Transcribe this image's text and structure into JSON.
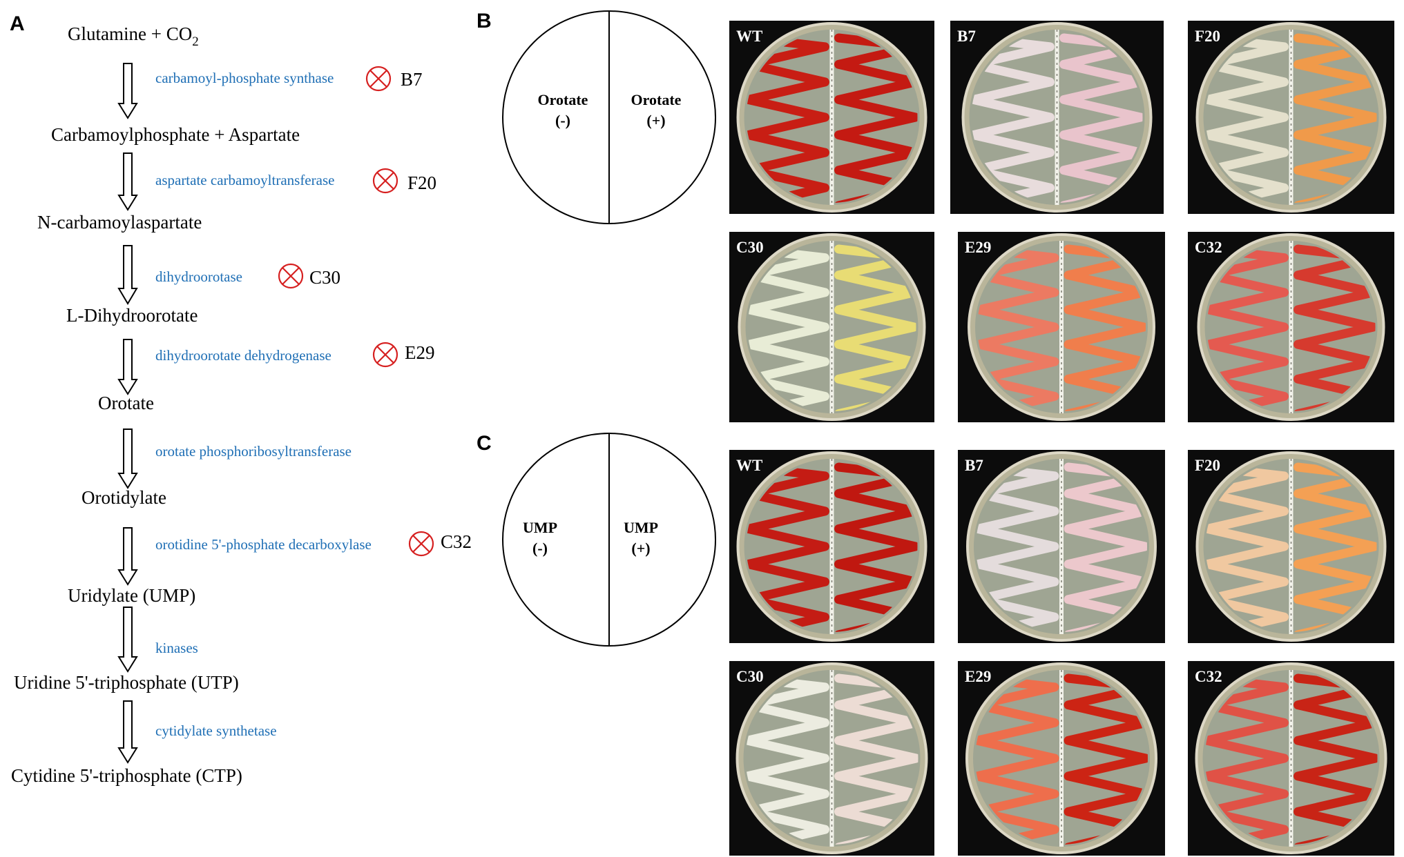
{
  "panel_letters": [
    "A",
    "B",
    "C"
  ],
  "pathway": {
    "metabolites": [
      {
        "text": "Glutamine + CO",
        "sub": "2"
      },
      {
        "text": "Carbamoylphosphate + Aspartate",
        "sub": ""
      },
      {
        "text": "N-carbamoylaspartate",
        "sub": ""
      },
      {
        "text": "L-Dihydroorotate",
        "sub": ""
      },
      {
        "text": "Orotate",
        "sub": ""
      },
      {
        "text": "Orotidylate",
        "sub": ""
      },
      {
        "text": "Uridylate (UMP)",
        "sub": ""
      },
      {
        "text": "Uridine 5'-triphosphate (UTP)",
        "sub": ""
      },
      {
        "text": "Cytidine 5'-triphosphate (CTP)",
        "sub": ""
      }
    ],
    "steps": [
      {
        "enzyme": "carbamoyl-phosphate synthase",
        "mutant": "B7"
      },
      {
        "enzyme": "aspartate carbamoyltransferase",
        "mutant": "F20"
      },
      {
        "enzyme": "dihydroorotase",
        "mutant": "C30"
      },
      {
        "enzyme": "dihydroorotate dehydrogenase",
        "mutant": "E29"
      },
      {
        "enzyme": "orotate phosphoribosyltransferase",
        "mutant": ""
      },
      {
        "enzyme": "orotidine 5'-phosphate decarboxylase",
        "mutant": "C32"
      },
      {
        "enzyme": "kinases",
        "mutant": ""
      },
      {
        "enzyme": "cytidylate synthetase",
        "mutant": ""
      }
    ]
  },
  "panel_b": {
    "diagram": {
      "left_label": "Orotate",
      "left_sign": "(-)",
      "right_label": "Orotate",
      "right_sign": "(+)"
    },
    "plates": [
      {
        "label": "WT",
        "left": "#c81e14",
        "right": "#c41a12"
      },
      {
        "label": "B7",
        "left": "#e8dcdc",
        "right": "#e9c4cc"
      },
      {
        "label": "F20",
        "left": "#e4e0cc",
        "right": "#f09a4a"
      },
      {
        "label": "C30",
        "left": "#e8ecd6",
        "right": "#e8dc74"
      },
      {
        "label": "E29",
        "left": "#ec7a62",
        "right": "#f07e4c"
      },
      {
        "label": "C32",
        "left": "#e45a50",
        "right": "#d63a2e"
      }
    ]
  },
  "panel_c": {
    "diagram": {
      "left_label": "UMP",
      "left_sign": "(-)",
      "right_label": "UMP",
      "right_sign": "(+)"
    },
    "plates": [
      {
        "label": "WT",
        "left": "#c41c14",
        "right": "#c01810"
      },
      {
        "label": "B7",
        "left": "#e4dcdc",
        "right": "#ecc8cc"
      },
      {
        "label": "F20",
        "left": "#f0c8a0",
        "right": "#f4a054"
      },
      {
        "label": "C30",
        "left": "#ecece0",
        "right": "#ecdcd4"
      },
      {
        "label": "E29",
        "left": "#ee6e4c",
        "right": "#cc2414"
      },
      {
        "label": "C32",
        "left": "#e05246",
        "right": "#c82416"
      }
    ]
  },
  "colors": {
    "enzyme_text": "#1f6fb5",
    "block_symbol": "#d62020"
  }
}
